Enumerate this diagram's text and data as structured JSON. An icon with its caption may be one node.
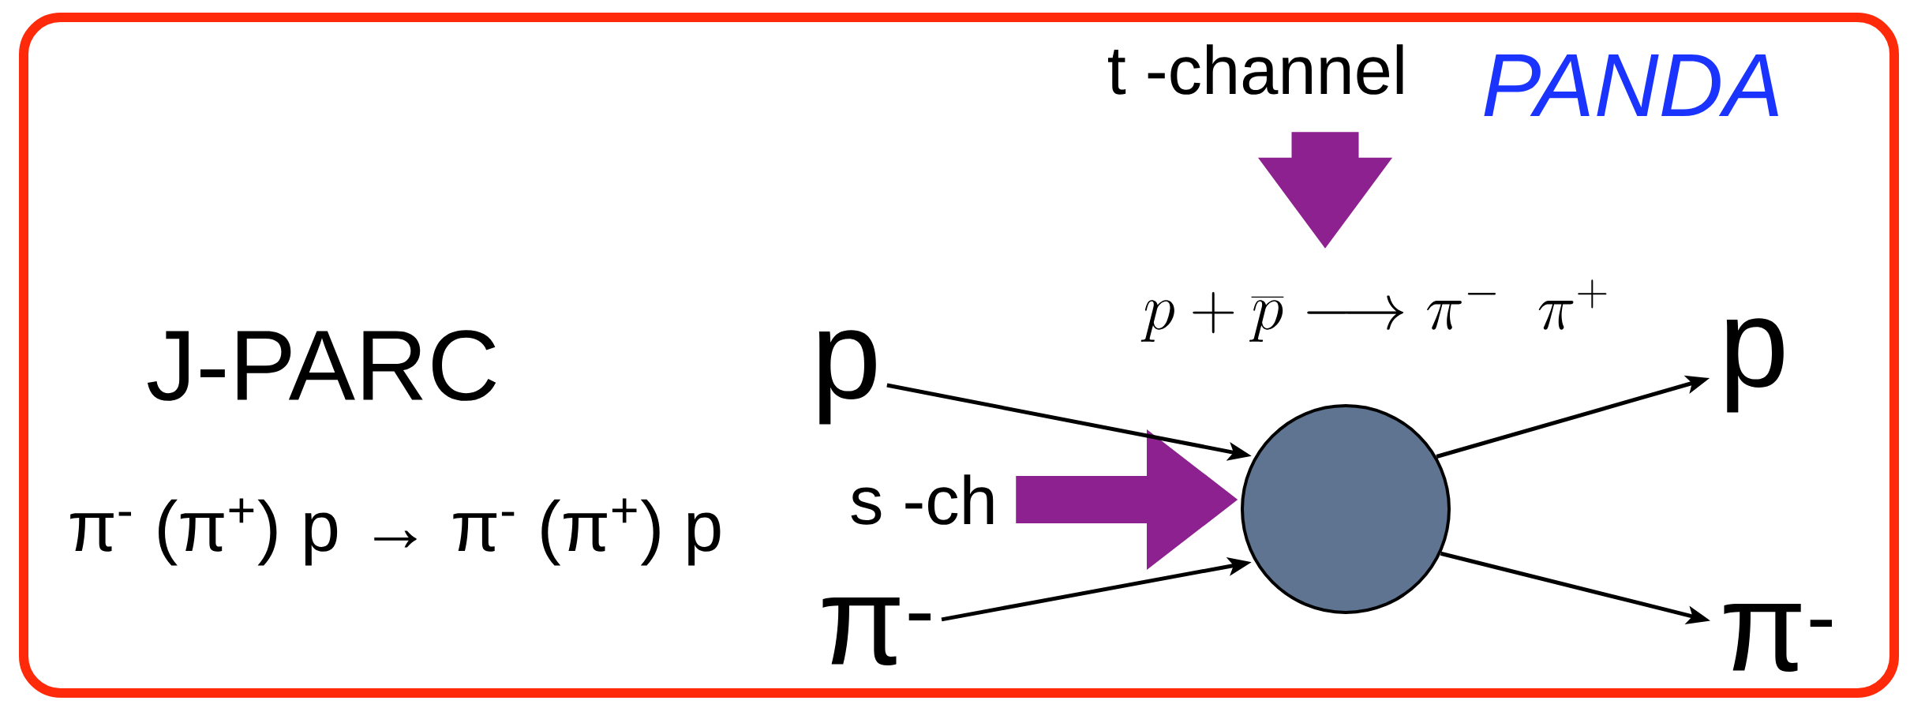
{
  "diagram": {
    "nodes": [
      {
        "text": [
          "t -channel"
        ]
      },
      {
        "text": [
          "p + \\overline{p} \\longrightarrow \\pi^{-}\\;\\;\\pi^{+}"
        ]
      },
      {
        "text": [
          "s -ch"
        ]
      },
      {
        "text": [
          "p"
        ]
      },
      {
        "text": [
          "π$^{-}$"
        ]
      },
      {
        "text": [],
        "shape": "circle"
      },
      {
        "text": [
          "p"
        ]
      },
      {
        "text": [
          "π$^{-}$"
        ]
      }
    ],
    "edges": [
      {
        "from": 0,
        "to": 1,
        "arrow": "to",
        "style": "thick",
        "color": "#8e2190"
      },
      {
        "from": 2,
        "to": 5,
        "arrow": "to",
        "style": "thick",
        "color": "#8e2190"
      },
      {
        "from": 3,
        "to": 5,
        "arrow": "to"
      },
      {
        "from": 4,
        "to": 5,
        "arrow": "to"
      },
      {
        "from": 5,
        "to": 6,
        "arrow": "to"
      },
      {
        "from": 5,
        "to": 7,
        "arrow": "to"
      }
    ],
    "labels": [
      "J-PARC",
      "π$^{-}$ (π$^{+}$) p → π$^{-}$ (π$^{+}$) p",
      "PANDA"
    ]
  }
}
